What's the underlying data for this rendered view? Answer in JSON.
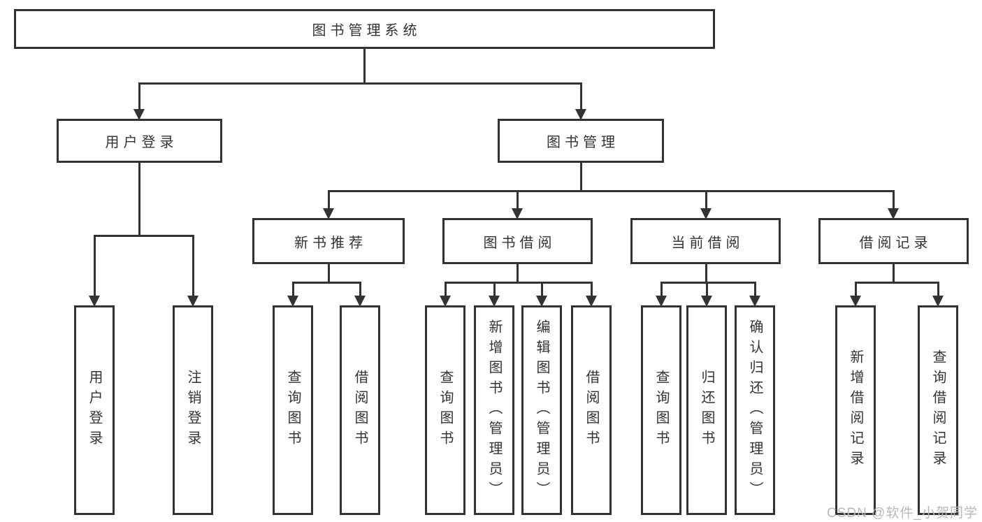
{
  "diagram": {
    "root": {
      "label": "图书管理系统"
    },
    "user_branch": {
      "label": "用户登录",
      "children": [
        {
          "label": "用户登录"
        },
        {
          "label": "注销登录"
        }
      ]
    },
    "mgmt_branch": {
      "label": "图书管理",
      "groups": [
        {
          "label": "新书推荐",
          "children": [
            {
              "label": "查询图书"
            },
            {
              "label": "借阅图书"
            }
          ]
        },
        {
          "label": "图书借阅",
          "children": [
            {
              "label": "查询图书"
            },
            {
              "label": "新增图书（管理员）"
            },
            {
              "label": "编辑图书（管理员）"
            },
            {
              "label": "借阅图书"
            }
          ]
        },
        {
          "label": "当前借阅",
          "children": [
            {
              "label": "查询图书"
            },
            {
              "label": "归还图书"
            },
            {
              "label": "确认归还（管理员）"
            }
          ]
        },
        {
          "label": "借阅记录",
          "children": [
            {
              "label": "新增借阅记录"
            },
            {
              "label": "查询借阅记录"
            }
          ]
        }
      ]
    }
  },
  "watermark": {
    "text": "CSDN @软件_小贺同学"
  },
  "colors": {
    "line": "#333333",
    "box_border": "#333333",
    "box_background": "#ffffff",
    "text": "#333333",
    "watermark": "#b9b9b9"
  }
}
